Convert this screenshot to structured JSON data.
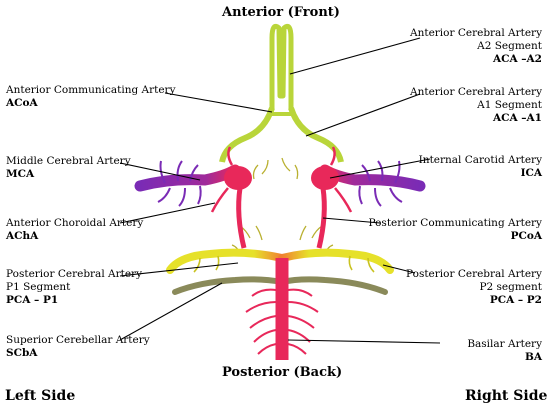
{
  "titles": {
    "anterior": "Anterior (Front)",
    "posterior": "Posterior (Back)",
    "left_side": "Left Side",
    "right_side": "Right Side"
  },
  "labels": {
    "aca_a2": {
      "name": "Anterior Cerebral Artery",
      "sub": "A2 Segment",
      "abbr": "ACA –A2"
    },
    "acoa": {
      "name": "Anterior Communicating Artery",
      "abbr": "ACoA"
    },
    "aca_a1": {
      "name": "Anterior Cerebral Artery",
      "sub": "A1 Segment",
      "abbr": "ACA –A1"
    },
    "mca": {
      "name": "Middle Cerebral Artery",
      "abbr": "MCA"
    },
    "ica": {
      "name": "Internal Carotid Artery",
      "abbr": "ICA"
    },
    "acha": {
      "name": "Anterior Choroidal Artery",
      "abbr": "AChA"
    },
    "pcoa": {
      "name": "Posterior Communicating Artery",
      "abbr": "PCoA"
    },
    "pca_p1": {
      "name": "Posterior Cerebral Artery",
      "sub": "P1 Segment",
      "abbr": "PCA – P1"
    },
    "pca_p2": {
      "name": "Posterior Cerebral Artery",
      "sub": "P2 segment",
      "abbr": "PCA – P2"
    },
    "scba": {
      "name": "Superior Cerebellar Artery",
      "abbr": "SCbA"
    },
    "ba": {
      "name": "Basilar Artery",
      "abbr": "BA"
    }
  },
  "colors": {
    "anterior_green": "#b9d53a",
    "vessel_red": "#e8285a",
    "middle_purple": "#7a2bb5",
    "posterior_yellow": "#e6e12a",
    "cerebellar_olive": "#8a8a5a"
  }
}
